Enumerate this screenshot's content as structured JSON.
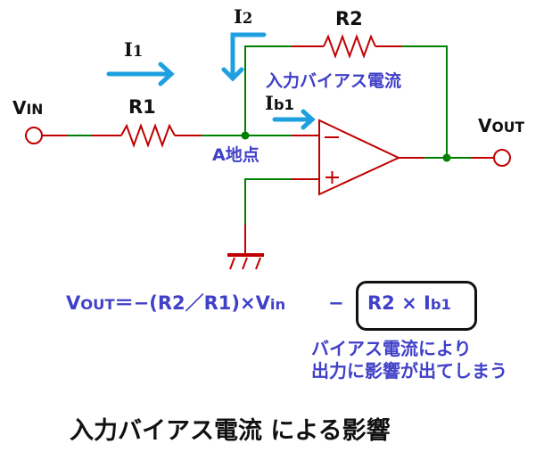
{
  "diagram": {
    "title": "入力バイアス電流 による影響",
    "labels": {
      "vin": {
        "main": "V",
        "sub": "IN"
      },
      "vout": {
        "main": "V",
        "sub": "OUT"
      },
      "r1": "R1",
      "r2": "R2",
      "i1": {
        "main": "I",
        "sub": "1"
      },
      "i2": {
        "main": "I",
        "sub": "2"
      },
      "ib1": {
        "main": "I",
        "sub": "b1"
      },
      "bias_current": "入力バイアス電流",
      "node_a": "A地点"
    },
    "opamp": {
      "inverting": "−",
      "noninverting": "+"
    },
    "formula": {
      "lhs_main": "V",
      "lhs_sub": "OUT",
      "rhs_part1": "＝−(R2／R1)×V",
      "rhs_vin_sub": "in",
      "minus": "−",
      "boxed_main": "R2 × I",
      "boxed_sub": "b1"
    },
    "note": {
      "line1": "バイアス電流により",
      "line2": "出力に影響が出てしまう"
    },
    "colors": {
      "wire_red": "#c00000",
      "wire_green": "#008000",
      "arrow_blue": "#1ea0e0",
      "text_blue": "#4040c8",
      "text_black": "#111111"
    }
  }
}
